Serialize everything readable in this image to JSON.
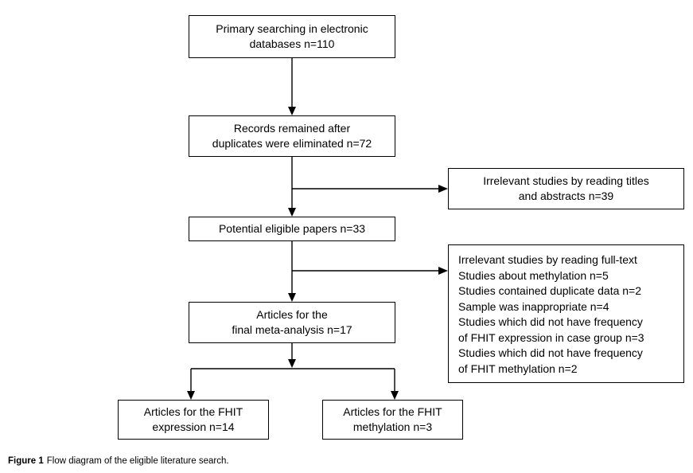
{
  "boxes": {
    "primary": {
      "text": "Primary searching in electronic\ndatabases n=110"
    },
    "records": {
      "text": "Records remained after\nduplicates were eliminated n=72"
    },
    "titles_abstracts": {
      "text": "Irrelevant studies by reading titles\nand abstracts n=39"
    },
    "potential": {
      "text": "Potential eligible papers n=33"
    },
    "fulltext_exclusions": {
      "text": "Irrelevant studies by reading full-text\nStudies about methylation n=5\nStudies contained duplicate data n=2\nSample was inappropriate n=4\nStudies which did not have frequency\nof FHIT expression in case group n=3\nStudies which did not have frequency\nof FHIT methylation n=2"
    },
    "final": {
      "text": "Articles for the\nfinal meta-analysis n=17"
    },
    "expression": {
      "text": "Articles for the FHIT\nexpression n=14"
    },
    "methylation": {
      "text": "Articles for the FHIT\nmethylation n=3"
    }
  },
  "caption": {
    "label": "Figure 1",
    "text": "Flow diagram of the eligible literature search."
  },
  "colors": {
    "line": "#000000",
    "background": "#ffffff"
  }
}
